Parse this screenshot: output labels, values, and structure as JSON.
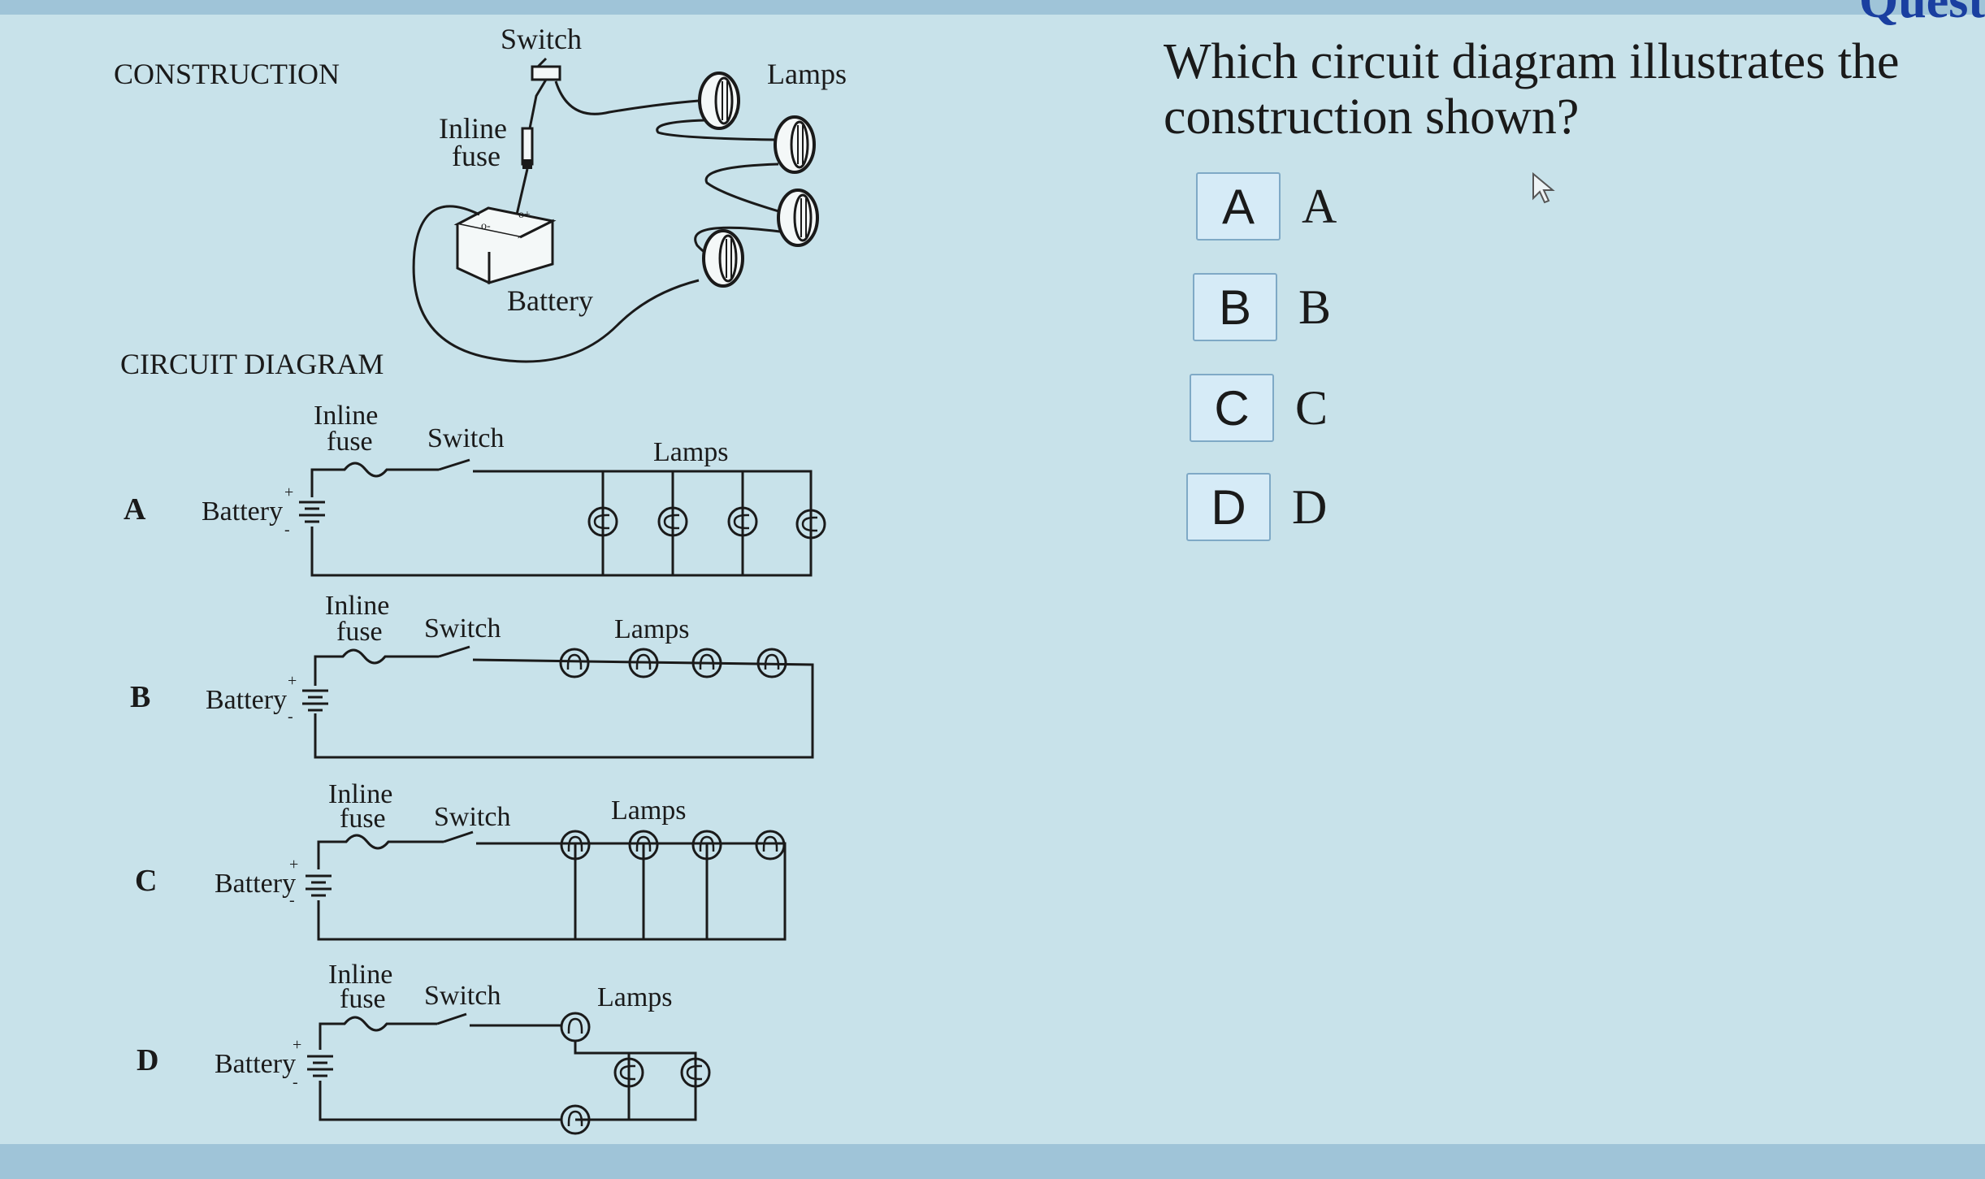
{
  "page": {
    "corner_title": "Quest"
  },
  "construction": {
    "heading": "CONSTRUCTION",
    "labels": {
      "switch": "Switch",
      "lamps": "Lamps",
      "inline_fuse_1": "Inline",
      "inline_fuse_2": "fuse",
      "battery": "Battery"
    }
  },
  "circuit": {
    "heading": "CIRCUIT DIAGRAM",
    "diagrams": [
      {
        "letter": "A",
        "battery": "Battery",
        "fuse_1": "Inline",
        "fuse_2": "fuse",
        "switch": "Switch",
        "lamps": "Lamps"
      },
      {
        "letter": "B",
        "battery": "Battery",
        "fuse_1": "Inline",
        "fuse_2": "fuse",
        "switch": "Switch",
        "lamps": "Lamps"
      },
      {
        "letter": "C",
        "battery": "Battery",
        "fuse_1": "Inline",
        "fuse_2": "fuse",
        "switch": "Switch",
        "lamps": "Lamps"
      },
      {
        "letter": "D",
        "battery": "Battery",
        "fuse_1": "Inline",
        "fuse_2": "fuse",
        "switch": "Switch",
        "lamps": "Lamps"
      }
    ],
    "battery_plus": "+",
    "battery_minus": "-"
  },
  "question": {
    "text": "Which circuit diagram illustrates the construction shown?",
    "options": [
      {
        "button": "A",
        "text": "A"
      },
      {
        "button": "B",
        "text": "B"
      },
      {
        "button": "C",
        "text": "C"
      },
      {
        "button": "D",
        "text": "D"
      }
    ]
  },
  "icons": {
    "cursor": "mouse-pointer-icon",
    "lamp": "lamp-icon",
    "battery": "battery-icon",
    "switch": "switch-icon",
    "fuse": "fuse-icon"
  }
}
